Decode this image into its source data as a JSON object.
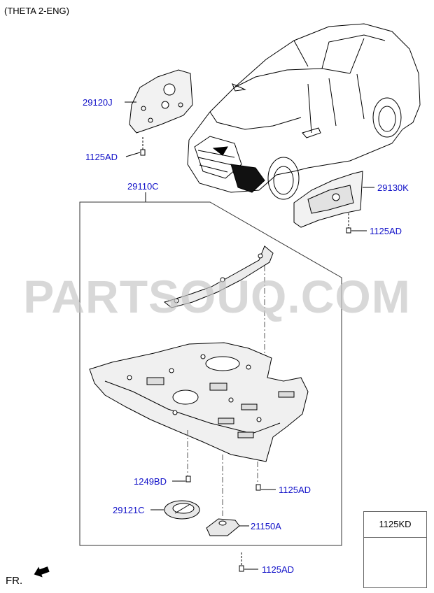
{
  "header": {
    "caption": "(THETA 2-ENG)"
  },
  "watermark": "PARTSOUQ.COM",
  "labels": {
    "p29120J": "29120J",
    "p1125AD_a": "1125AD",
    "p29110C": "29110C",
    "p29130K": "29130K",
    "p1125AD_b": "1125AD",
    "p1249BD": "1249BD",
    "p1125AD_c": "1125AD",
    "p29121C": "29121C",
    "p21150A": "21150A",
    "p1125AD_d": "1125AD"
  },
  "inset": {
    "title": "1125KD"
  },
  "footer": {
    "front": "FR."
  },
  "colors": {
    "label": "#1010c8",
    "line": "#000000",
    "watermark": "#c8c8c8"
  },
  "icons": [
    "front-arrow-icon",
    "bolt-icon"
  ]
}
